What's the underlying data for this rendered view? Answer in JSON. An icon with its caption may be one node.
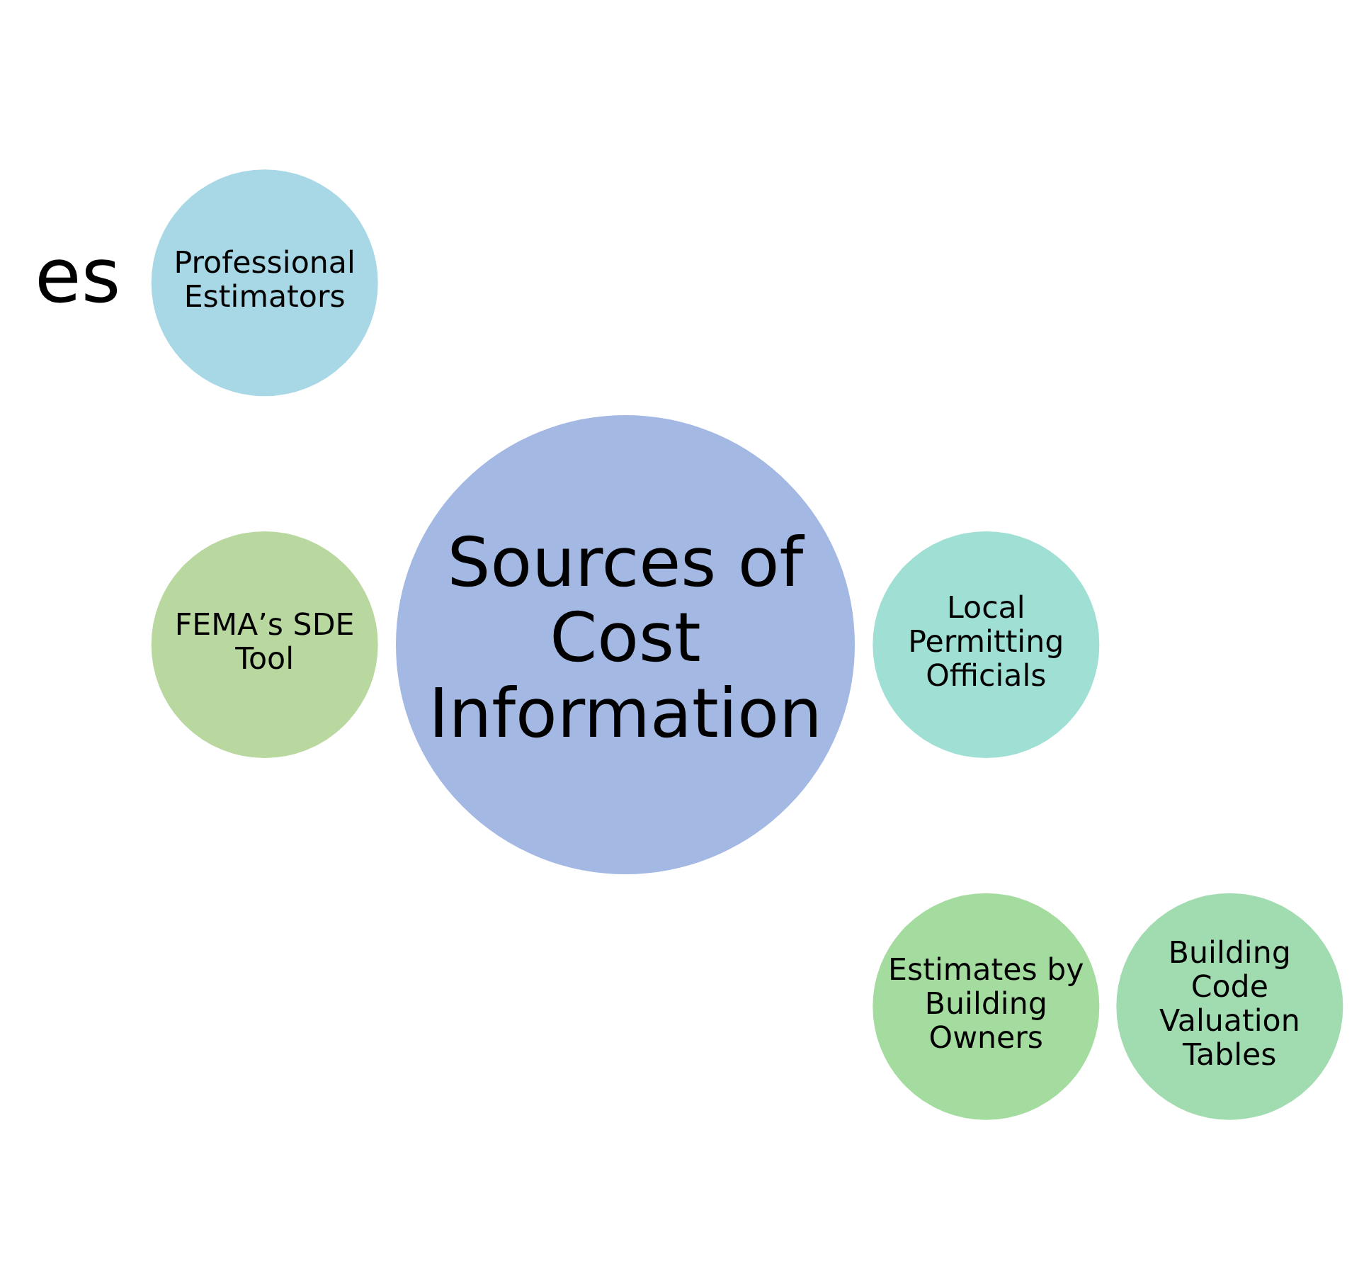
{
  "diagram": {
    "nodes": [
      {
        "text": [
          "Professional Estimators"
        ]
      },
      {
        "text": [
          "FEMA’s SDE Tool"
        ]
      },
      {
        "text": [
          "Sources of Cost Information"
        ]
      },
      {
        "text": [
          "Local Permitting Officials"
        ]
      },
      {
        "text": [
          "Estimates by Building Owners"
        ]
      },
      {
        "text": [
          "Building Code Valuation Tables"
        ]
      }
    ],
    "edges": [],
    "labels": [
      "es"
    ]
  }
}
